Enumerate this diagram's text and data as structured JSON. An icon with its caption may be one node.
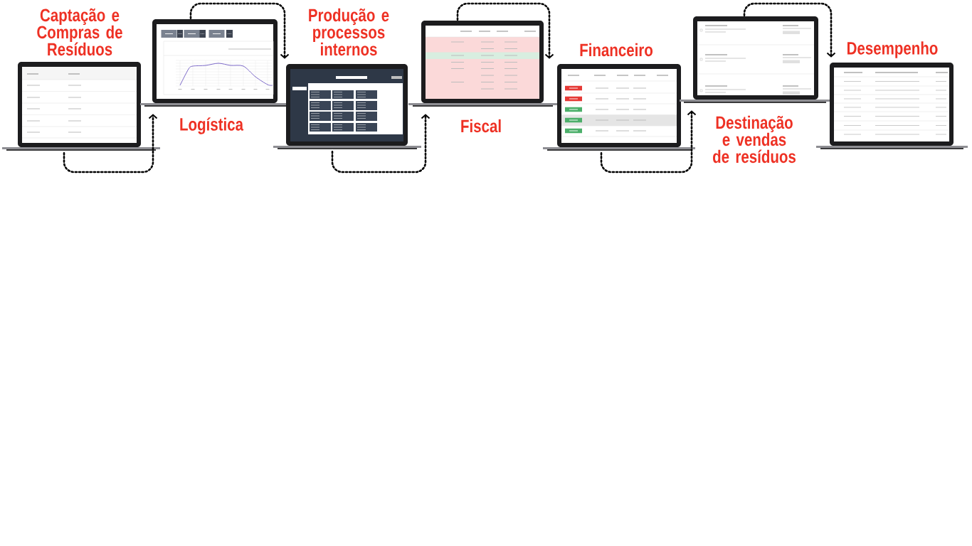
{
  "diagram": {
    "nodes": [
      {
        "text": [
          "Captação e Compras de Resíduos"
        ]
      },
      {
        "text": [
          "Logística"
        ]
      },
      {
        "text": [
          "Produção e processos internos"
        ]
      },
      {
        "text": [
          "Fiscal"
        ]
      },
      {
        "text": [
          "Financeiro"
        ]
      },
      {
        "text": [
          "Destinação e vendas de resíduos"
        ]
      },
      {
        "text": [
          "Desempenho"
        ]
      }
    ],
    "edges": [
      {
        "from": 0,
        "to": 1,
        "arrow": "to",
        "style": "dashed"
      },
      {
        "from": 1,
        "to": 2,
        "arrow": "to",
        "style": "dashed"
      },
      {
        "from": 2,
        "to": 3,
        "arrow": "to",
        "style": "dashed"
      },
      {
        "from": 3,
        "to": 4,
        "arrow": "to",
        "style": "dashed"
      },
      {
        "from": 4,
        "to": 5,
        "arrow": "to",
        "style": "dashed"
      },
      {
        "from": 5,
        "to": 6,
        "arrow": "to",
        "style": "dashed"
      }
    ]
  }
}
